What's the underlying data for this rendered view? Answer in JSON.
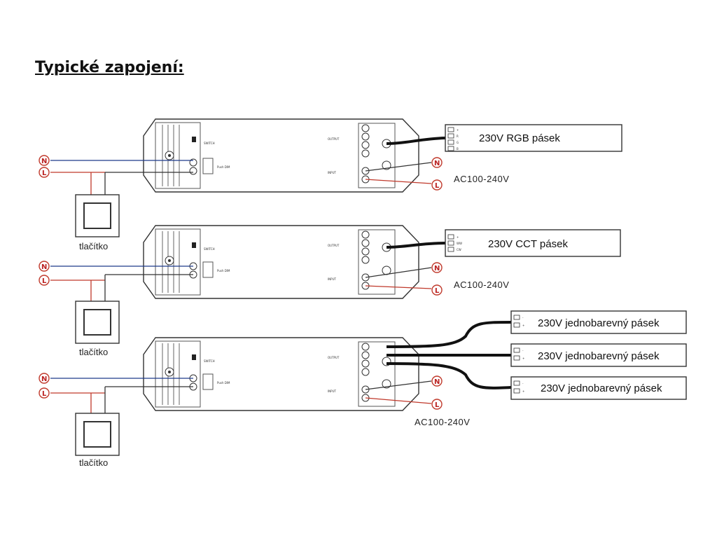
{
  "title": "Typické zapojení:",
  "terminals": {
    "n": "N",
    "l": "L"
  },
  "controller_labels": {
    "switch": "SWITCH",
    "push_dim": "Push DIM",
    "output": "OUTPUT",
    "input": "INPUT"
  },
  "diagrams": [
    {
      "button_label": "tlačítko",
      "supply": "AC100-240V",
      "strips": [
        "230V RGB pásek"
      ],
      "pins": [
        "+",
        "R",
        "G",
        "B"
      ]
    },
    {
      "button_label": "tlačítko",
      "supply": "AC100-240V",
      "strips": [
        "230V CCT pásek"
      ],
      "pins": [
        "+",
        "WW",
        "CW"
      ]
    },
    {
      "button_label": "tlačítko",
      "supply": "AC100-240V",
      "strips": [
        "230V jednobarevný pásek",
        "230V jednobarevný pásek",
        "230V jednobarevný pásek"
      ],
      "pins": [
        "-",
        "+"
      ]
    }
  ],
  "colors": {
    "live_wire": "#c0392b",
    "neutral_wire": "#1f3a8a",
    "cable": "#111111"
  }
}
